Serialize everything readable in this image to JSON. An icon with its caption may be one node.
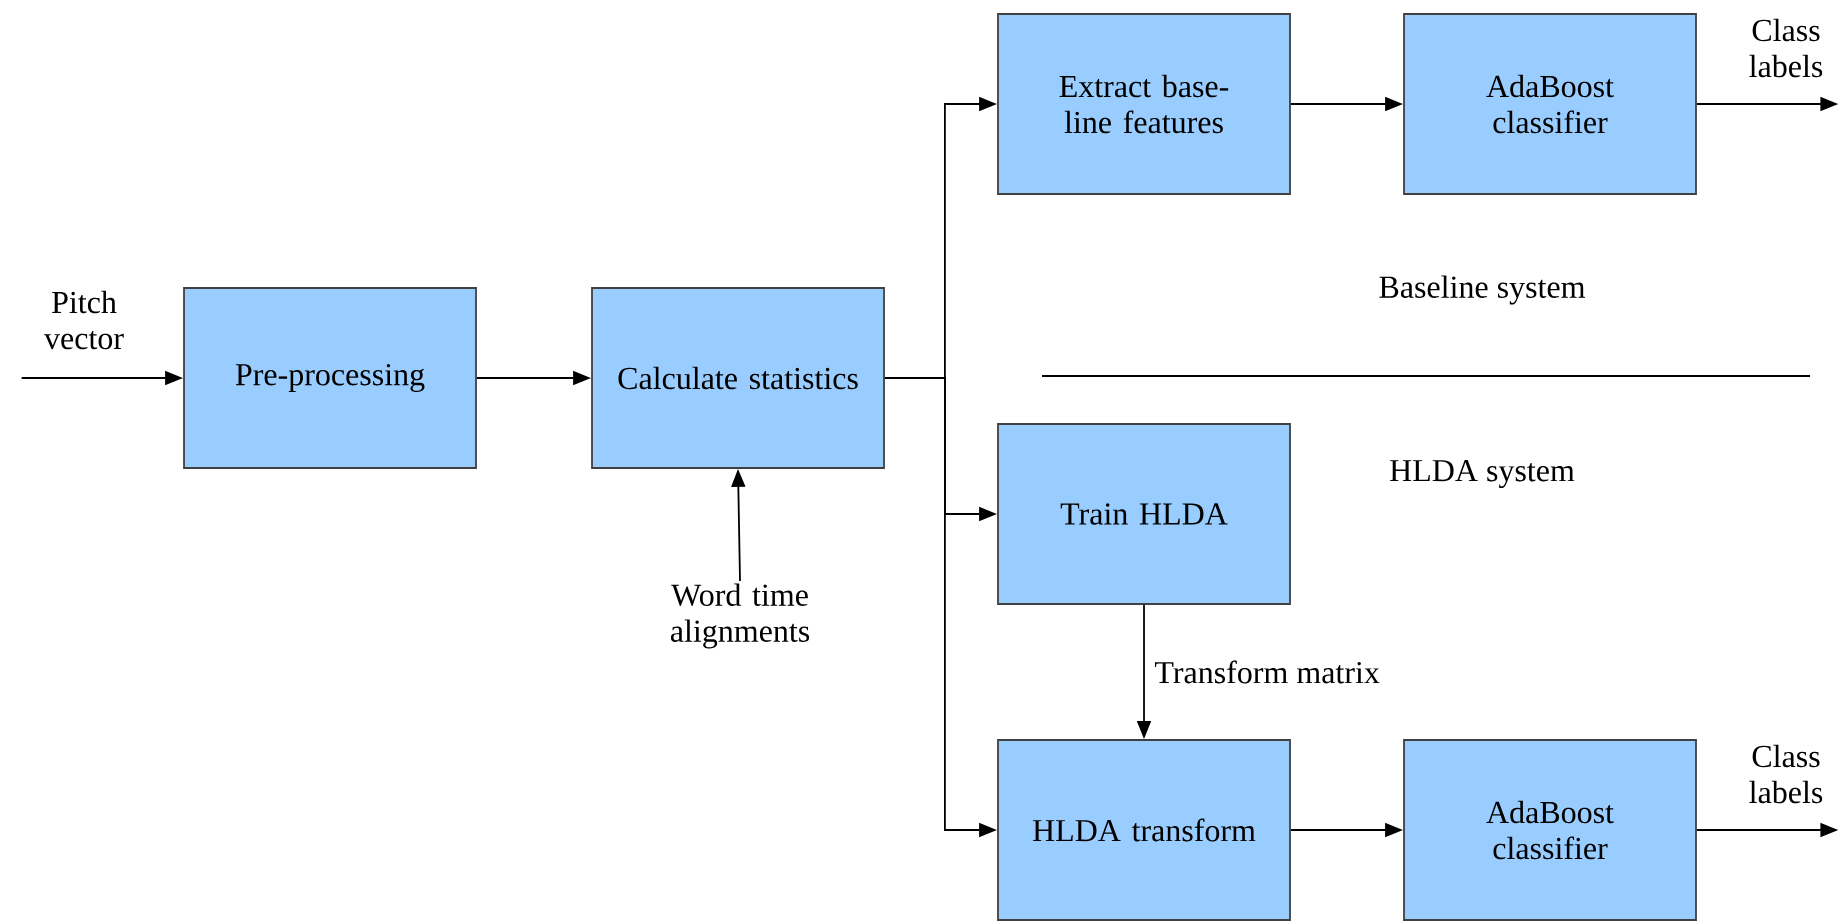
{
  "diagram": {
    "nodes": [
      {
        "text": [
          "Pitch vector"
        ]
      },
      {
        "text": [
          "Pre-processing"
        ]
      },
      {
        "text": [
          "Calculate statistics"
        ]
      },
      {
        "text": [
          "Word time alignments"
        ]
      },
      {
        "text": [
          "Extract base-line features"
        ]
      },
      {
        "text": [
          "AdaBoost classifier"
        ]
      },
      {
        "text": [
          "Class labels"
        ]
      },
      {
        "text": [
          "Train HLDA"
        ]
      },
      {
        "text": [
          "HLDA transform"
        ]
      },
      {
        "text": [
          "AdaBoost classifier"
        ]
      },
      {
        "text": [
          "Class labels"
        ]
      }
    ],
    "edges": [
      {
        "from": 0,
        "to": 1,
        "arrow": "to"
      },
      {
        "from": 1,
        "to": 2,
        "arrow": "to"
      },
      {
        "from": 3,
        "to": 2,
        "arrow": "to"
      },
      {
        "from": 2,
        "to": 4,
        "arrow": "to"
      },
      {
        "from": 2,
        "to": 7,
        "arrow": "to"
      },
      {
        "from": 2,
        "to": 8,
        "arrow": "to"
      },
      {
        "from": 4,
        "to": 5,
        "arrow": "to"
      },
      {
        "from": 5,
        "to": 6,
        "arrow": "to"
      },
      {
        "from": 7,
        "to": 8,
        "label": "Transform matrix",
        "arrow": "to"
      },
      {
        "from": 8,
        "to": 9,
        "arrow": "to"
      },
      {
        "from": 9,
        "to": 10,
        "arrow": "to"
      }
    ],
    "labels": [
      "Baseline system",
      "HLDA system"
    ]
  }
}
